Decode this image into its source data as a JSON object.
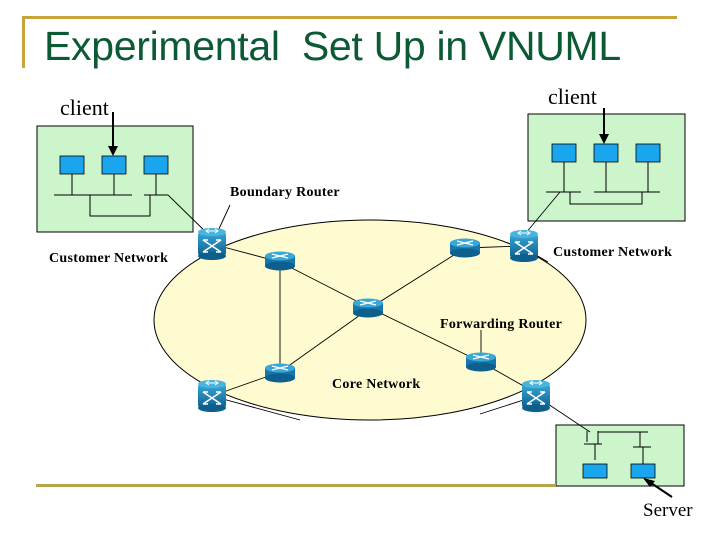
{
  "slide": {
    "title": "Experimental  Set Up in VNUML"
  },
  "labels": {
    "client_left": "client",
    "client_right": "client",
    "boundary_router": "Boundary Router",
    "customer_network_left": "Customer Network",
    "customer_network_right": "Customer Network",
    "forwarding_router": "Forwarding Router",
    "core_network": "Core Network",
    "server": "Server"
  },
  "colors": {
    "title": "#0b5a34",
    "accent_rule": "#c8a43c",
    "core_fill": "#fefbd0",
    "lan_fill": "#ccf5cc",
    "host_fill": "#1aa6ef",
    "router": "#1a7ab0"
  },
  "icons": {
    "boundary_router": "switch-router-icon",
    "core_router": "router-icon",
    "host": "host-box-icon"
  }
}
